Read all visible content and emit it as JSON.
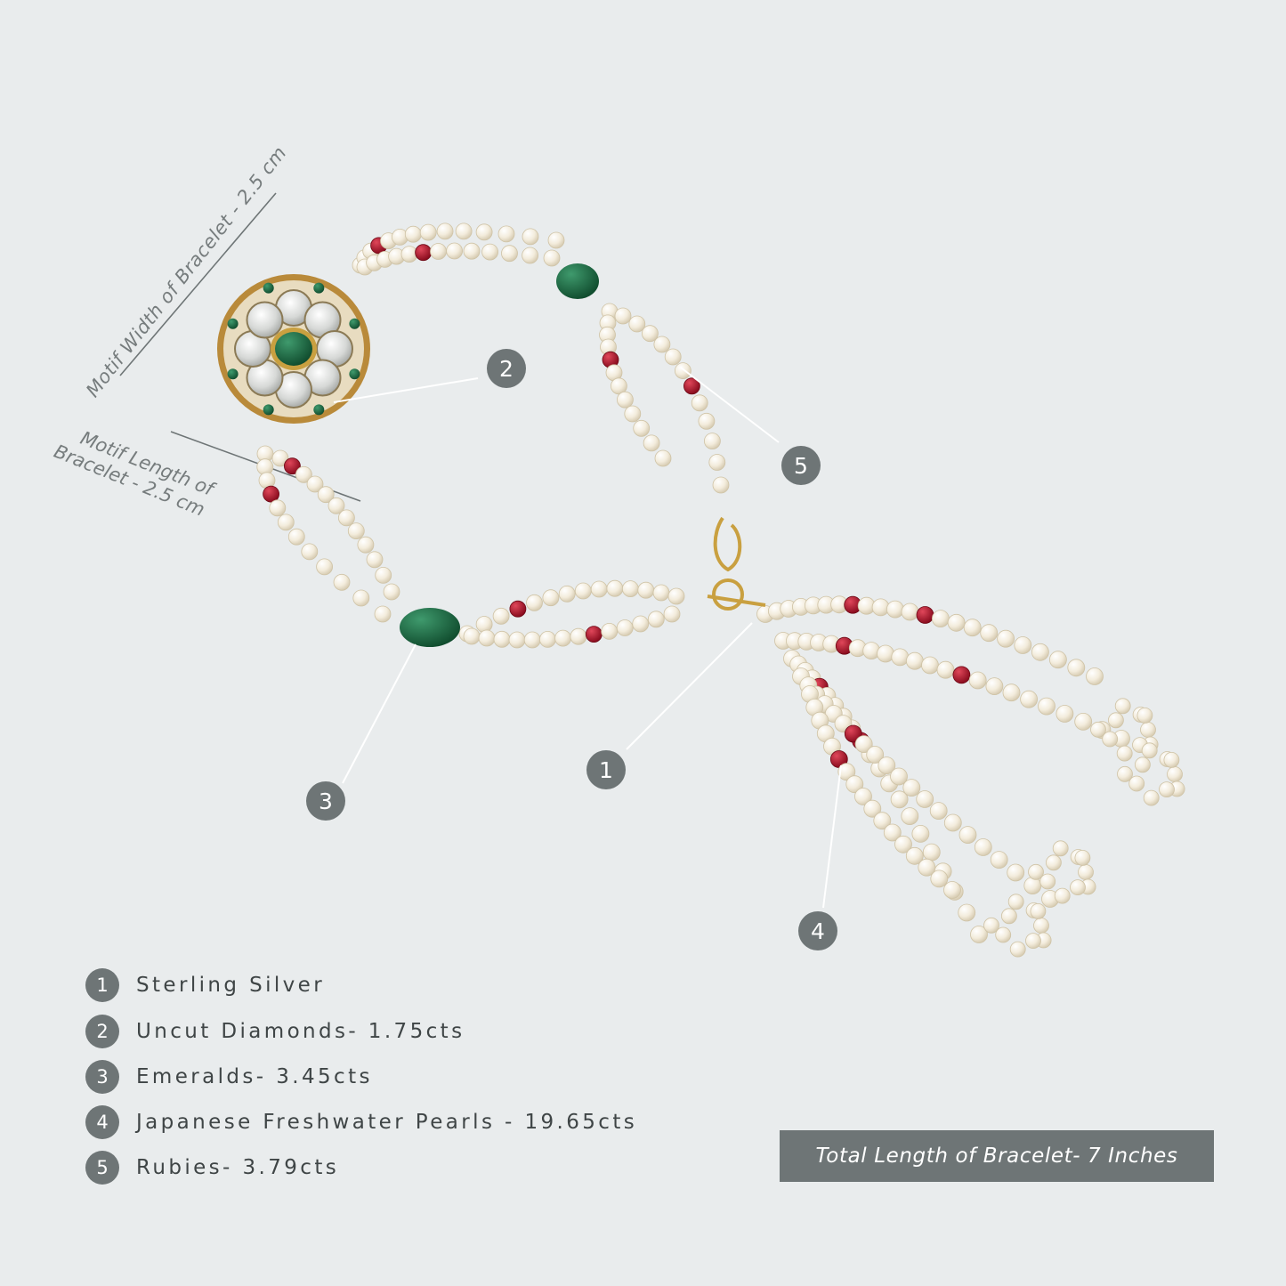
{
  "dimensions": {
    "motif_width": "Motif Width of Bracelet - 2.5 cm",
    "motif_length_line1": "Motif Length of",
    "motif_length_line2": "Bracelet - 2.5 cm"
  },
  "callouts": [
    "1",
    "2",
    "3",
    "4",
    "5"
  ],
  "legend": [
    {
      "num": "1",
      "text": "Sterling Silver"
    },
    {
      "num": "2",
      "text": "Uncut Diamonds- 1.75cts"
    },
    {
      "num": "3",
      "text": "Emeralds- 3.45cts"
    },
    {
      "num": "4",
      "text": "Japanese Freshwater Pearls - 19.65cts"
    },
    {
      "num": "5",
      "text": "Rubies- 3.79cts"
    }
  ],
  "total_length": "Total Length of Bracelet- 7 Inches",
  "colors": {
    "background": "#e9eced",
    "badge": "#6e7576",
    "pearl": "#f7f2e6",
    "ruby": "#b0142a",
    "emerald": "#1f6b45",
    "gold": "#c9a040"
  }
}
